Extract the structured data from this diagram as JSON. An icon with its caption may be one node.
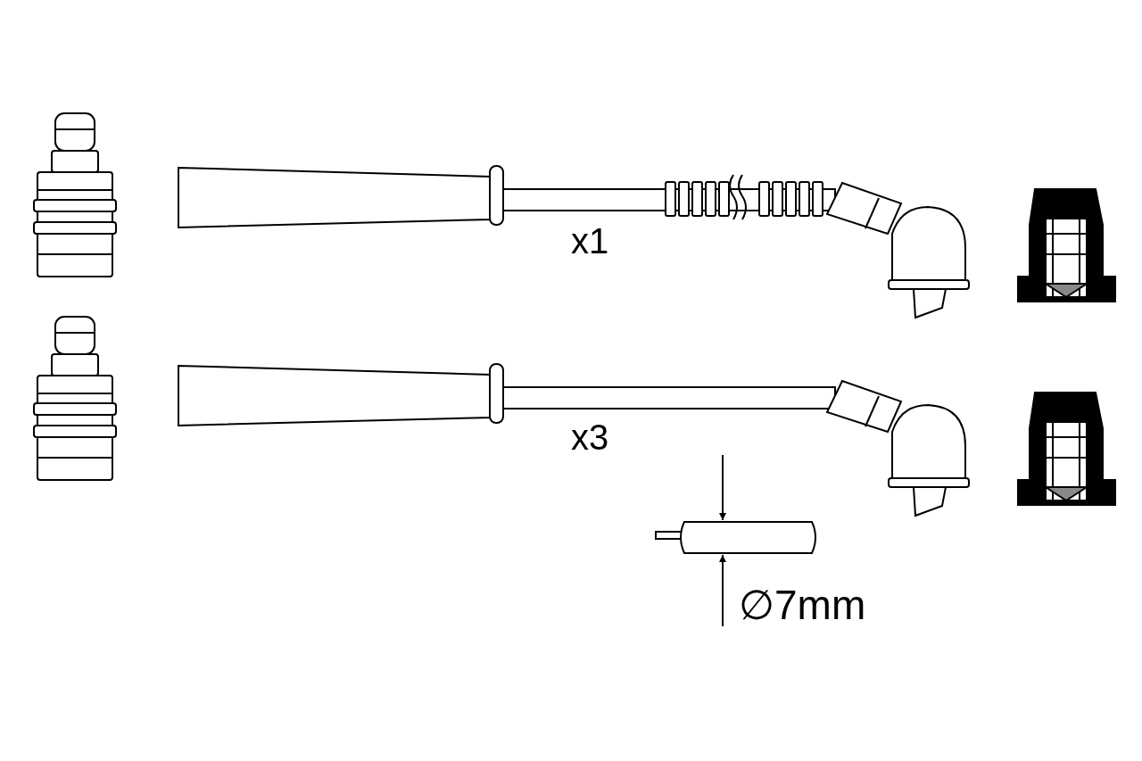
{
  "diagram": {
    "labels": [
      "x1",
      "x3",
      "∅7mm"
    ]
  }
}
